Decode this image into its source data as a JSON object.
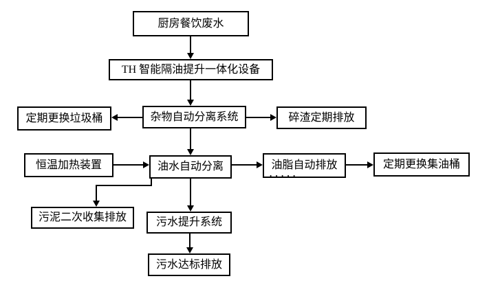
{
  "diagram": {
    "type": "flowchart",
    "background": "#ffffff",
    "line_color": "#000000",
    "text_color": "#000000",
    "nodes": {
      "kitchen": {
        "label": "厨房餐饮废水"
      },
      "device": {
        "label": "TH 智能隔油提升一体化设备"
      },
      "debris": {
        "label": "杂物自动分离系统"
      },
      "trash": {
        "label": "定期更换垃圾桶"
      },
      "residue": {
        "label": "碎渣定期排放"
      },
      "heater": {
        "label": "恒温加热装置"
      },
      "oilwater": {
        "label": "油水自动分离"
      },
      "grease": {
        "label": "油脂自动排放",
        "emphasis_marks": ". . . . ."
      },
      "barrel": {
        "label": "定期更换集油桶"
      },
      "sludge": {
        "label": "污泥二次收集排放"
      },
      "lift": {
        "label": "污水提升系统"
      },
      "outfall": {
        "label": "污水达标排放"
      }
    },
    "edges": [
      {
        "from": "kitchen",
        "to": "device",
        "direction": "down"
      },
      {
        "from": "device",
        "to": "debris",
        "direction": "down"
      },
      {
        "from": "debris",
        "to": "trash",
        "direction": "left"
      },
      {
        "from": "debris",
        "to": "residue",
        "direction": "right"
      },
      {
        "from": "debris",
        "to": "oilwater",
        "direction": "down"
      },
      {
        "from": "heater",
        "to": "oilwater",
        "direction": "right"
      },
      {
        "from": "oilwater",
        "to": "grease",
        "direction": "right"
      },
      {
        "from": "grease",
        "to": "barrel",
        "direction": "right"
      },
      {
        "from": "oilwater",
        "to": "sludge",
        "direction": "down-left-elbow"
      },
      {
        "from": "oilwater",
        "to": "lift",
        "direction": "down"
      },
      {
        "from": "lift",
        "to": "outfall",
        "direction": "down"
      }
    ]
  }
}
